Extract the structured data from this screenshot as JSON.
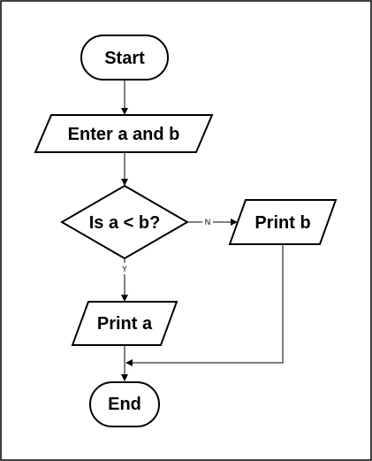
{
  "flowchart": {
    "nodes": {
      "start": {
        "label": "Start",
        "shape": "terminator"
      },
      "input": {
        "label": "Enter a and b",
        "shape": "parallelogram"
      },
      "decision": {
        "label": "Is a < b?",
        "shape": "diamond"
      },
      "print_b": {
        "label": "Print b",
        "shape": "parallelogram"
      },
      "print_a": {
        "label": "Print a",
        "shape": "parallelogram"
      },
      "end": {
        "label": "End",
        "shape": "terminator"
      }
    },
    "edges": {
      "no_label": "N",
      "yes_label": "Y"
    }
  },
  "colors": {
    "stroke": "#000000",
    "fill": "#ffffff"
  }
}
